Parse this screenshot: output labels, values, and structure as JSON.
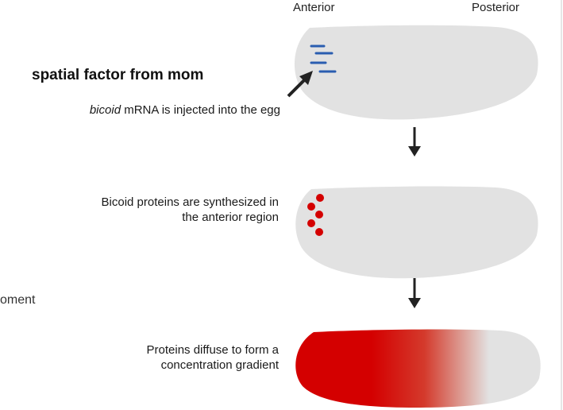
{
  "header": {
    "anterior": "Anterior",
    "posterior": "Posterior"
  },
  "title": "spatial factor from mom",
  "side_text": "oment",
  "steps": [
    {
      "italic": "bicoid",
      "rest": " mRNA is injected into the egg"
    },
    {
      "line1": "Bicoid proteins are synthesized in",
      "line2": "the anterior region"
    },
    {
      "line1": "Proteins diffuse to form a",
      "line2": "concentration gradient"
    }
  ],
  "colors": {
    "egg": "#e2e2e2",
    "mrna": "#2a5db0",
    "protein": "#d40000",
    "arrow": "#222222"
  }
}
